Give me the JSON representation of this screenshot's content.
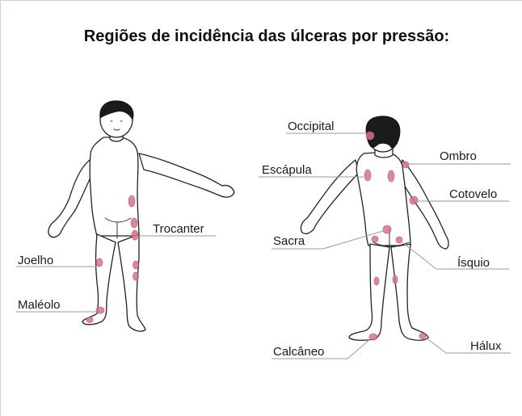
{
  "title": "Regiões de incidência das úlceras por pressão:",
  "front_labels": {
    "trocanter": "Trocanter",
    "joelho": "Joelho",
    "maleolo": "Maléolo"
  },
  "back_labels": {
    "occipital": "Occipital",
    "escapula": "Escápula",
    "ombro": "Ombro",
    "cotovelo": "Cotovelo",
    "sacra": "Sacra",
    "isquio": "Ísquio",
    "calcaneo": "Calcâneo",
    "halux": "Hálux"
  },
  "colors": {
    "spot": "#d9728a",
    "line": "#9a9a9a"
  }
}
